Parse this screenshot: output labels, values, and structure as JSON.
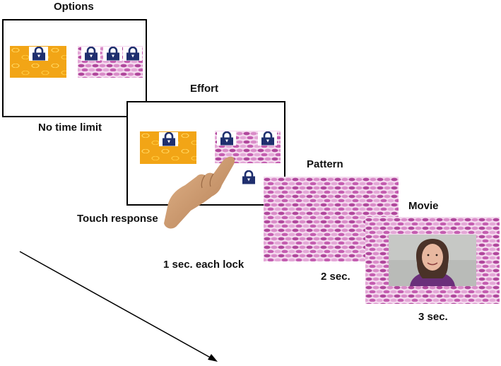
{
  "stages": {
    "options": {
      "title": "Options",
      "caption": "No time limit"
    },
    "effort": {
      "title": "Effort",
      "caption": "1 sec. each lock",
      "touch_label": "Touch response"
    },
    "pattern": {
      "title": "Pattern",
      "caption": "2 sec."
    },
    "movie": {
      "title": "Movie",
      "caption": "3 sec."
    }
  },
  "colors": {
    "lock": "#1f2f6e",
    "orange_pattern": "#f2a516",
    "pink_pattern": "#c45db0"
  },
  "icons": {
    "lock": "padlock-icon",
    "hand": "pointing-hand-icon",
    "arrow": "time-arrow-icon"
  }
}
